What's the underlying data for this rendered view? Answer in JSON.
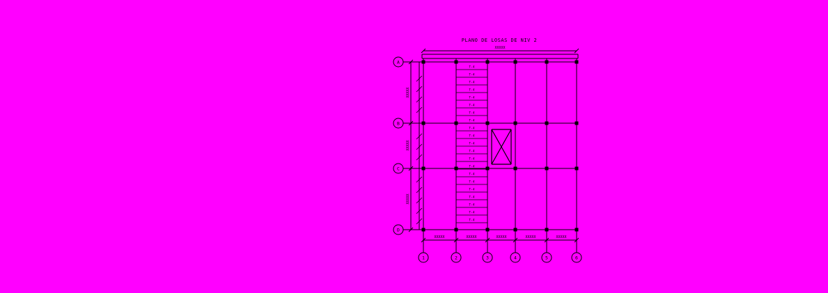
{
  "colors": {
    "background": "#ff00ff",
    "line": "#000000"
  },
  "title": "PLANO DE LOSAS DE NIV 2",
  "grid": {
    "rows": [
      {
        "label": "A"
      },
      {
        "label": "B"
      },
      {
        "label": "C"
      },
      {
        "label": "D"
      }
    ],
    "cols": [
      {
        "label": "1"
      },
      {
        "label": "2"
      },
      {
        "label": "3"
      },
      {
        "label": "4"
      },
      {
        "label": "5"
      },
      {
        "label": "6"
      }
    ]
  },
  "dimensions": {
    "top": "XXXXX",
    "left": [
      "XXXXX",
      "XXXXX",
      "XXXXX"
    ],
    "bottom": [
      "XXXXX",
      "XXXXX",
      "XXXXX",
      "XXXXX",
      "XXXXX"
    ]
  },
  "joists": {
    "label": "T-4",
    "count": 21
  }
}
